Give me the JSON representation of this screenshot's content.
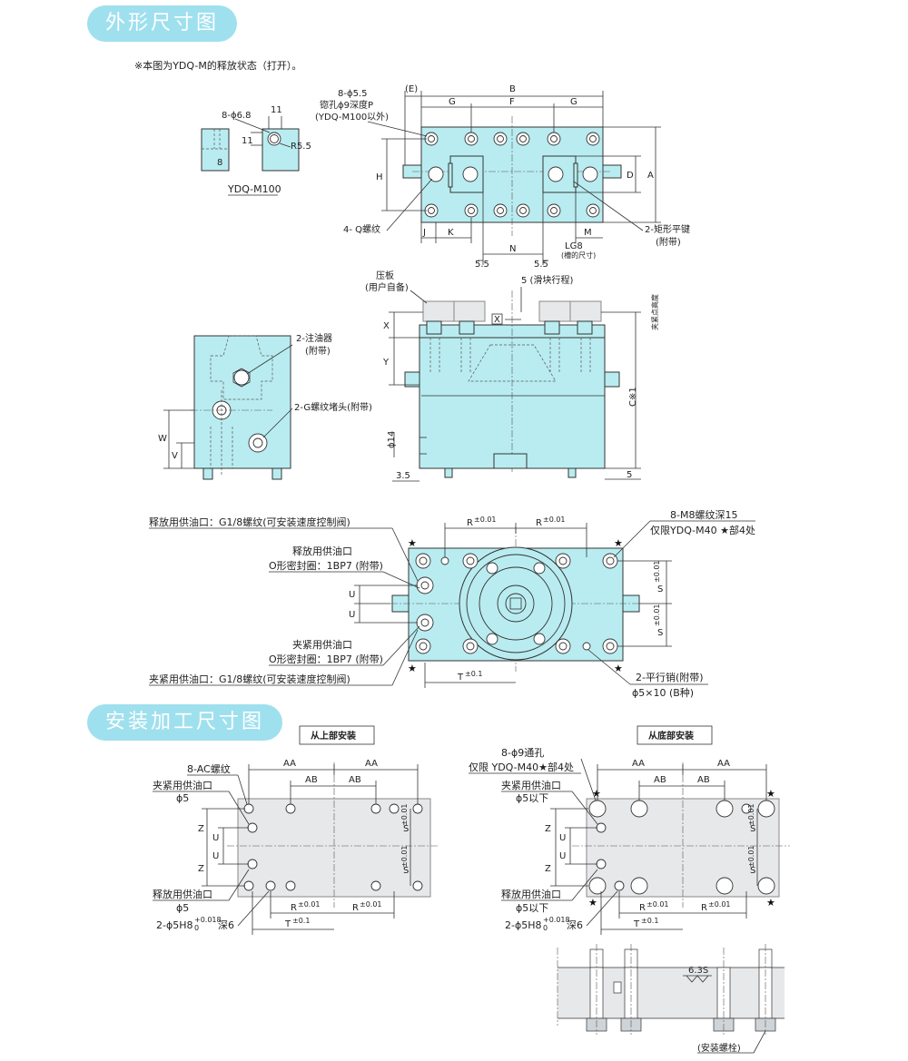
{
  "sections": {
    "outline_title": "外形尺寸图",
    "install_title": "安装加工尺寸图"
  },
  "note": "※本图为YDQ-M的释放状态（打开）。",
  "top_view": {
    "E": "(E)",
    "B": "B",
    "G1": "G",
    "F": "F",
    "G2": "G",
    "H": "H",
    "D": "D",
    "A": "A",
    "J": "J",
    "K": "K",
    "N": "N",
    "M": "M",
    "LG": "LG8",
    "LG_note": "(槽的尺寸)",
    "d55a": "5.5",
    "d55b": "5.5",
    "holes_label_1": "8-ϕ5.5",
    "holes_label_2": "锪孔ϕ9深度P",
    "holes_label_3": "(YDQ-M100以外)",
    "q_thread": "4- Q螺纹",
    "key_label": "2-矩形平键",
    "key_note": "(附带)"
  },
  "m100_detail": {
    "holes": "8-ϕ6.8",
    "d11a": "11",
    "d11b": "11",
    "d8": "8",
    "r": "R5.5",
    "caption": "YDQ-M100"
  },
  "side_view": {
    "oiler": "2-注油器",
    "oiler_note": "(附带)",
    "plug": "2-G螺纹堵头(附带)",
    "W": "W",
    "V": "V"
  },
  "front_view": {
    "plate": "压板",
    "plate_note": "(用户自备)",
    "slide": "5 (滑块行程)",
    "X": "X",
    "Y": "Y",
    "X_box": "X",
    "clamp_h": "夹紧点高度",
    "C": "C※1",
    "phi14": "ϕ14",
    "d35": "3.5",
    "d5": "5"
  },
  "plan_view": {
    "release_port": "释放用供油口：G1/8螺纹(可安装速度控制阀)",
    "release_port2": "释放用供油口",
    "oring1": "O形密封圈：1BP7 (附带)",
    "clamp_port2": "夹紧用供油口",
    "oring2": "O形密封圈：1BP7 (附带)",
    "clamp_port": "夹紧用供油口：G1/8螺纹(可安装速度控制阀)",
    "R1": "R",
    "R2": "R",
    "tol": "±0.01",
    "tol_t": "±0.1",
    "thread_label": "8-M8螺纹深15",
    "thread_note": "仅限YDQ-M40 ★部4处",
    "U1": "U",
    "U2": "U",
    "S1": "S",
    "S2": "S",
    "T": "T",
    "pin_label": "2-平行销(附带)",
    "pin_size": "ϕ5×10 (B种)"
  },
  "install_top": {
    "title": "从上部安装",
    "ac": "8-AC螺纹",
    "clamp": "夹紧用供油口",
    "clamp_d": "ϕ5",
    "release": "释放用供油口",
    "release_d": "ϕ5",
    "pin": "2-ϕ5H8",
    "pin_tol_hi": "+0.018",
    "pin_tol_lo": "0",
    "pin_depth": "深6",
    "AA1": "AA",
    "AA2": "AA",
    "AB1": "AB",
    "AB2": "AB",
    "Z1": "Z",
    "Z2": "Z",
    "U1": "U",
    "U2": "U",
    "S1": "S",
    "S2": "S",
    "R1": "R",
    "R2": "R",
    "T": "T",
    "tol": "±0.01",
    "tol_t": "±0.1"
  },
  "install_bottom": {
    "title": "从底部安装",
    "holes": "8-ϕ9通孔",
    "holes_note": "仅限 YDQ-M40★部4处",
    "clamp": "夹紧用供油口",
    "clamp_d": "ϕ5以下",
    "release": "释放用供油口",
    "release_d": "ϕ5以下",
    "pin": "2-ϕ5H8",
    "pin_tol_hi": "+0.018",
    "pin_tol_lo": "0",
    "pin_depth": "深6",
    "AA1": "AA",
    "AA2": "AA",
    "AB1": "AB",
    "AB2": "AB",
    "Z1": "Z",
    "Z2": "Z",
    "U1": "U",
    "U2": "U",
    "S1": "S",
    "S2": "S",
    "R1": "R",
    "R2": "R",
    "T": "T",
    "tol": "±0.01",
    "tol_t": "±0.1",
    "rough": "6.3S",
    "bolt": "(安装螺栓)"
  }
}
